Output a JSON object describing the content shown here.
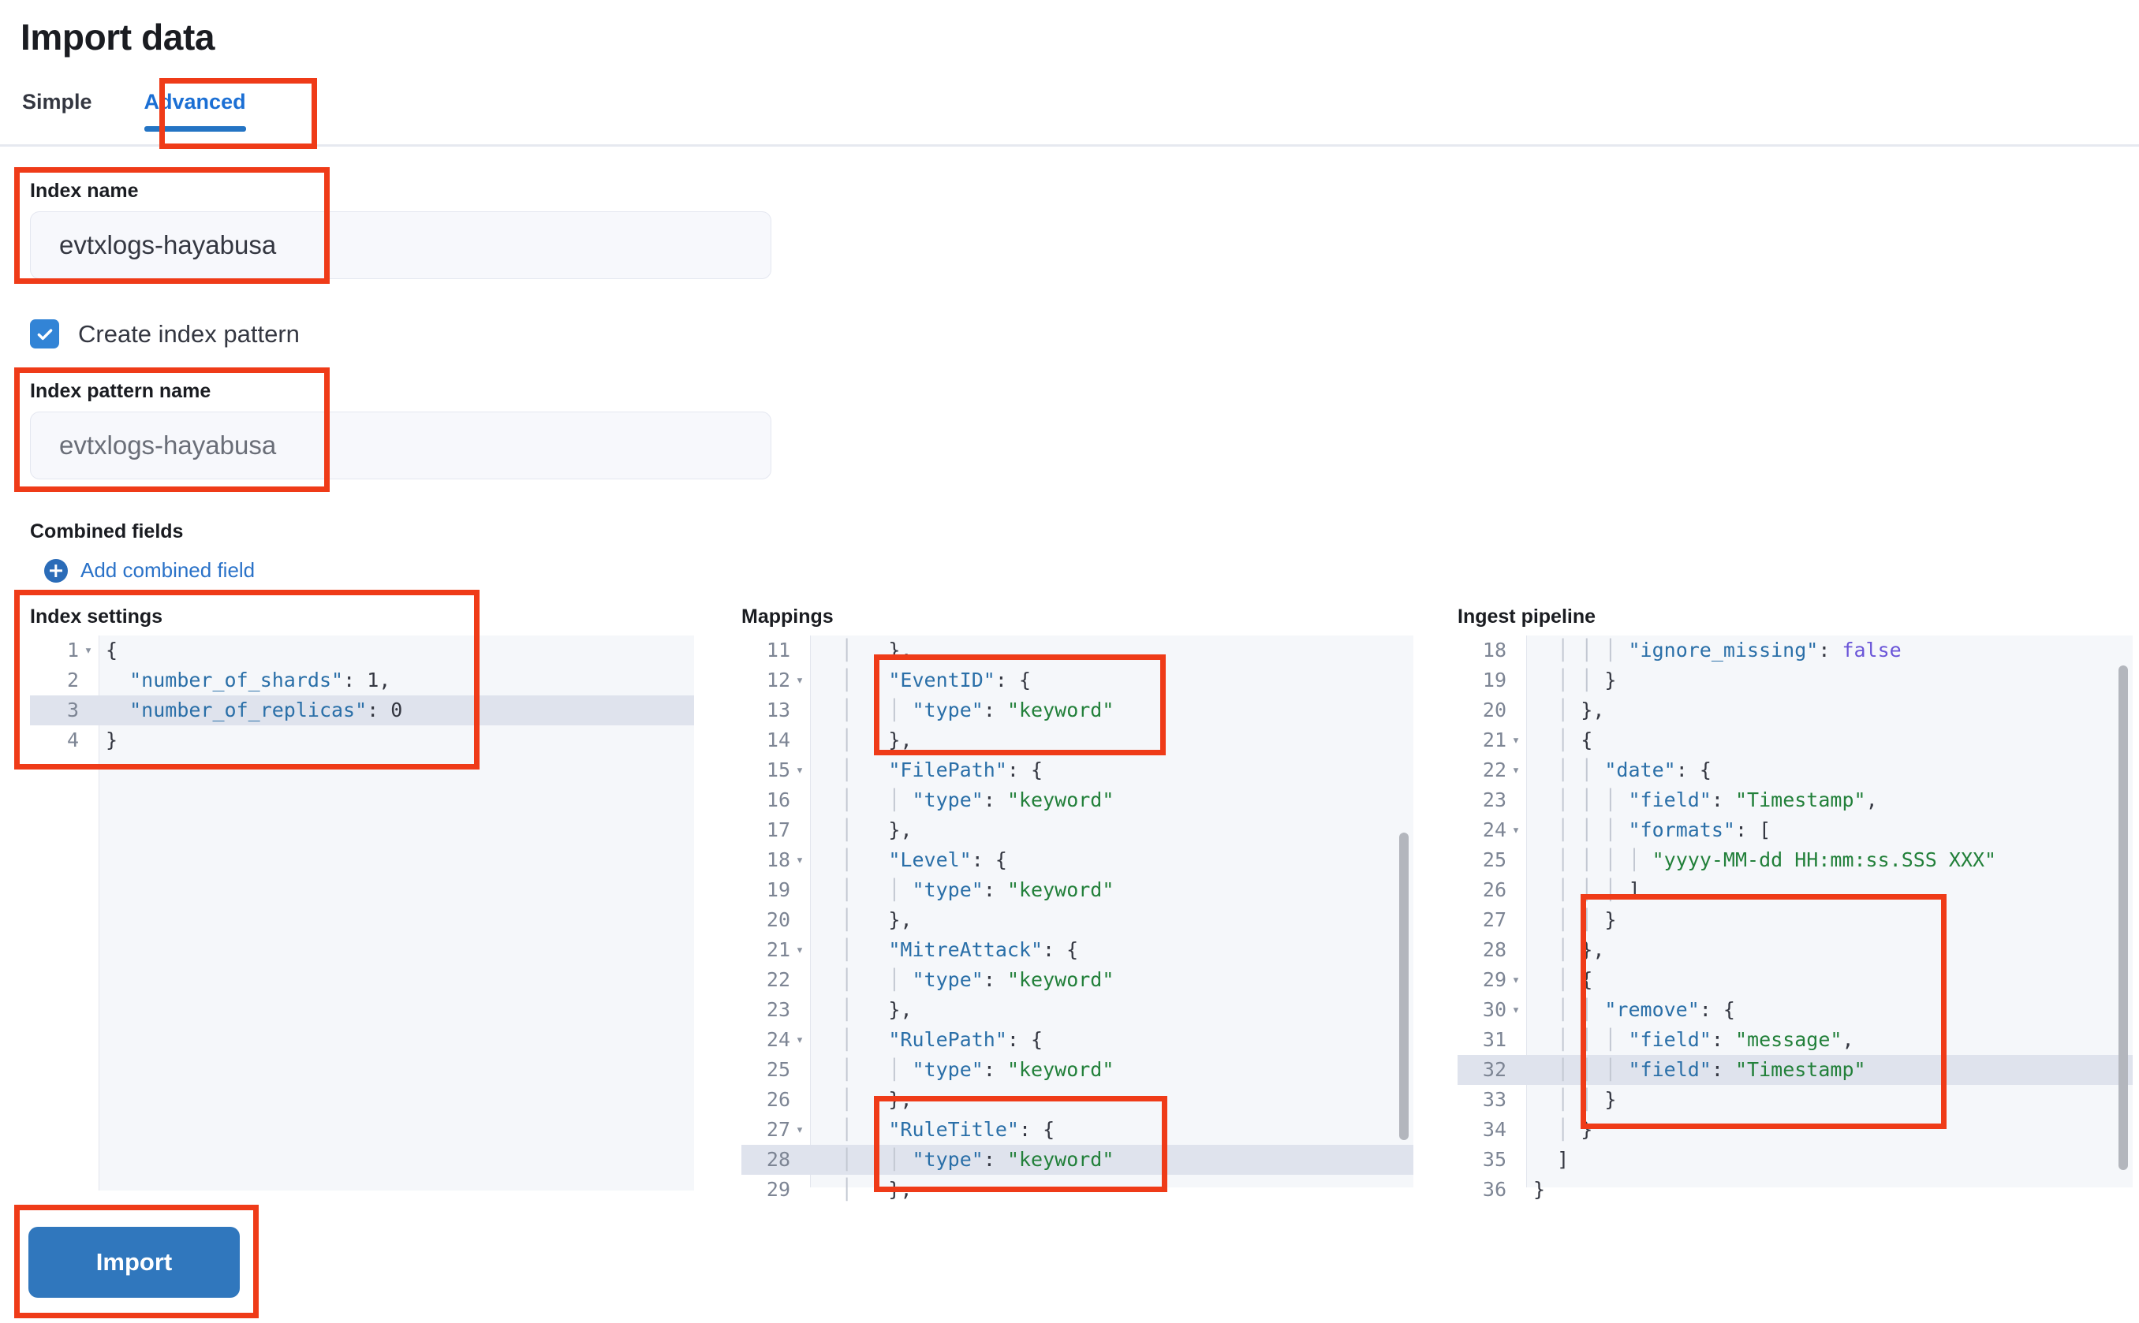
{
  "header": {
    "title": "Import data"
  },
  "tabs": [
    {
      "label": "Simple",
      "active": false
    },
    {
      "label": "Advanced",
      "active": true
    }
  ],
  "index_name": {
    "label": "Index name",
    "value": "evtxlogs-hayabusa",
    "placeholder": "evtxlogs-hayabusa"
  },
  "create_index_pattern": {
    "label": "Create index pattern",
    "checked": true,
    "icon": "check-icon"
  },
  "index_pattern_name": {
    "label": "Index pattern name",
    "value": "evtxlogs-hayabusa",
    "placeholder": "evtxlogs-hayabusa"
  },
  "combined_fields": {
    "label": "Combined fields",
    "add_label": "Add combined field",
    "add_icon": "plus-circle-icon"
  },
  "editors": {
    "index_settings": {
      "label": "Index settings",
      "first_line": 1,
      "highlight_line": 3,
      "lines": [
        {
          "n": 1,
          "fold": true,
          "text": "{"
        },
        {
          "n": 2,
          "fold": false,
          "text": "  \"number_of_shards\": 1,"
        },
        {
          "n": 3,
          "fold": false,
          "text": "  \"number_of_replicas\": 0"
        },
        {
          "n": 4,
          "fold": false,
          "text": "}"
        }
      ]
    },
    "mappings": {
      "label": "Mappings",
      "first_line": 11,
      "highlight_line": 28,
      "lines": [
        {
          "n": 11,
          "fold": false,
          "text": "  │   },"
        },
        {
          "n": 12,
          "fold": true,
          "text": "  │   \"EventID\": {"
        },
        {
          "n": 13,
          "fold": false,
          "text": "  │   │ \"type\": \"keyword\""
        },
        {
          "n": 14,
          "fold": false,
          "text": "  │   },"
        },
        {
          "n": 15,
          "fold": true,
          "text": "  │   \"FilePath\": {"
        },
        {
          "n": 16,
          "fold": false,
          "text": "  │   │ \"type\": \"keyword\""
        },
        {
          "n": 17,
          "fold": false,
          "text": "  │   },"
        },
        {
          "n": 18,
          "fold": true,
          "text": "  │   \"Level\": {"
        },
        {
          "n": 19,
          "fold": false,
          "text": "  │   │ \"type\": \"keyword\""
        },
        {
          "n": 20,
          "fold": false,
          "text": "  │   },"
        },
        {
          "n": 21,
          "fold": true,
          "text": "  │   \"MitreAttack\": {"
        },
        {
          "n": 22,
          "fold": false,
          "text": "  │   │ \"type\": \"keyword\""
        },
        {
          "n": 23,
          "fold": false,
          "text": "  │   },"
        },
        {
          "n": 24,
          "fold": true,
          "text": "  │   \"RulePath\": {"
        },
        {
          "n": 25,
          "fold": false,
          "text": "  │   │ \"type\": \"keyword\""
        },
        {
          "n": 26,
          "fold": false,
          "text": "  │   },"
        },
        {
          "n": 27,
          "fold": true,
          "text": "  │   \"RuleTitle\": {"
        },
        {
          "n": 28,
          "fold": false,
          "text": "  │   │ \"type\": \"keyword\""
        },
        {
          "n": 29,
          "fold": false,
          "text": "  │   },"
        }
      ]
    },
    "ingest_pipeline": {
      "label": "Ingest pipeline",
      "first_line": 18,
      "highlight_line": 32,
      "lines": [
        {
          "n": 18,
          "fold": false,
          "text": "  │ │ │ \"ignore_missing\": false"
        },
        {
          "n": 19,
          "fold": false,
          "text": "  │ │ }"
        },
        {
          "n": 20,
          "fold": false,
          "text": "  │ },"
        },
        {
          "n": 21,
          "fold": true,
          "text": "  │ {"
        },
        {
          "n": 22,
          "fold": true,
          "text": "  │ │ \"date\": {"
        },
        {
          "n": 23,
          "fold": false,
          "text": "  │ │ │ \"field\": \"Timestamp\","
        },
        {
          "n": 24,
          "fold": true,
          "text": "  │ │ │ \"formats\": ["
        },
        {
          "n": 25,
          "fold": false,
          "text": "  │ │ │ │ \"yyyy-MM-dd HH:mm:ss.SSS XXX\""
        },
        {
          "n": 26,
          "fold": false,
          "text": "  │ │ │ ]"
        },
        {
          "n": 27,
          "fold": false,
          "text": "  │ │ }"
        },
        {
          "n": 28,
          "fold": false,
          "text": "  │ },"
        },
        {
          "n": 29,
          "fold": true,
          "text": "  │ {"
        },
        {
          "n": 30,
          "fold": true,
          "text": "  │ │ \"remove\": {"
        },
        {
          "n": 31,
          "fold": false,
          "text": "  │ │ │ \"field\": \"message\","
        },
        {
          "n": 32,
          "fold": false,
          "text": "  │ │ │ \"field\": \"Timestamp\""
        },
        {
          "n": 33,
          "fold": false,
          "text": "  │ │ }"
        },
        {
          "n": 34,
          "fold": false,
          "text": "  │ }"
        },
        {
          "n": 35,
          "fold": false,
          "text": "  ]"
        },
        {
          "n": 36,
          "fold": false,
          "text": "}"
        }
      ]
    }
  },
  "import_button": {
    "label": "Import"
  },
  "colors": {
    "accent_blue": "#2474c4",
    "button_blue": "#3077bd",
    "annotation_red": "#ef3b18",
    "string_green": "#22803a",
    "key_blue": "#2a6fa8",
    "bool_purple": "#6a55d8"
  }
}
